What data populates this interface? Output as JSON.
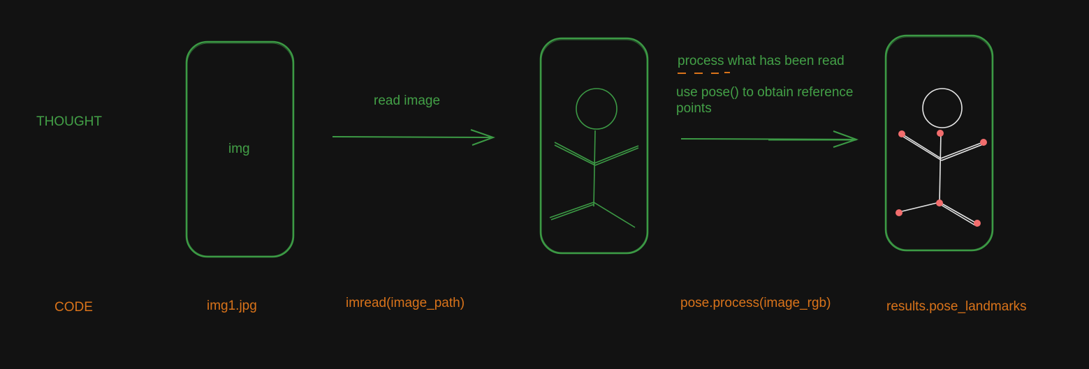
{
  "colors": {
    "background": "#121212",
    "thought_text": "#43a047",
    "code_text": "#d9731a",
    "stroke_green": "#3c9a45",
    "stroke_white": "#e6e6e6",
    "landmark_dot": "#f26d6d",
    "dash_orange": "#d9731a"
  },
  "rows": {
    "thought_label": "THOUGHT",
    "code_label": "CODE"
  },
  "steps": {
    "image_box_text": "img",
    "read_arrow_label": "read image",
    "process_label_1": "process what has been read",
    "process_label_2": "use pose() to obtain reference points"
  },
  "code": {
    "img_file": "img1.jpg",
    "imread": "imread(image_path)",
    "pose_process": "pose.process(image_rgb)",
    "results": "results.pose_landmarks"
  },
  "icons": {
    "figure": "stick-figure-icon",
    "figure_landmarks": "stick-figure-landmarks-icon",
    "arrow": "arrow-right-icon"
  }
}
